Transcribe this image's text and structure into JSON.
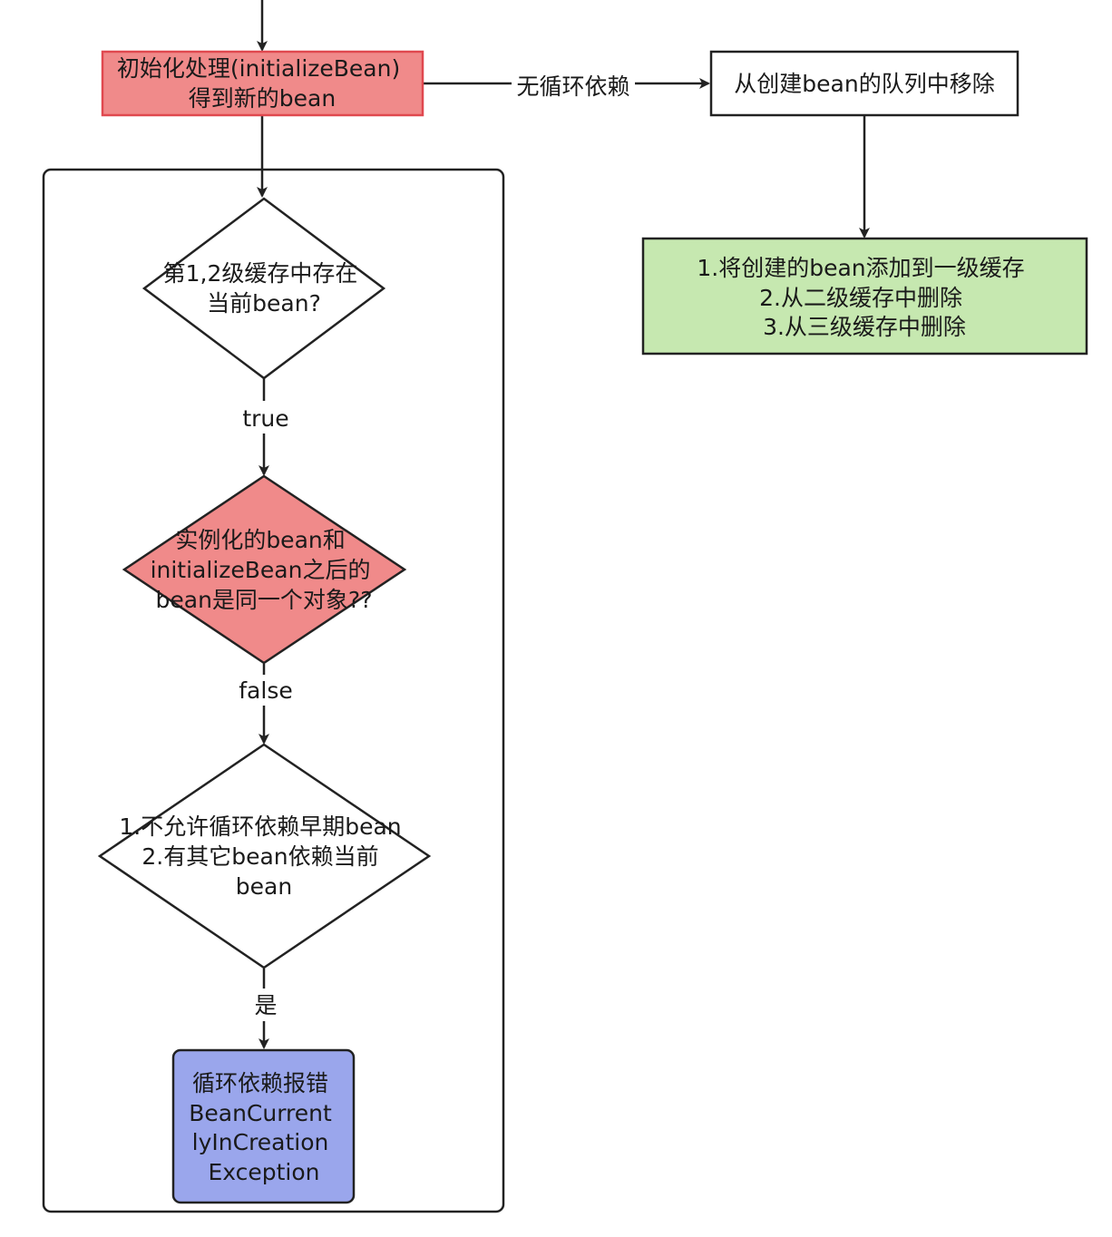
{
  "nodes": {
    "init": {
      "lines": [
        "初始化处理(initializeBean)",
        "得到新的bean"
      ],
      "fill": "#f08a8a",
      "stroke": "#e0484f"
    },
    "remove": {
      "lines": [
        "从创建bean的队列中移除"
      ],
      "fill": "#ffffff",
      "stroke": "#222222"
    },
    "cache": {
      "lines": [
        "1.将创建的bean添加到一级缓存",
        "2.从二级缓存中删除",
        "3.从三级缓存中删除"
      ],
      "fill": "#c6e8b0",
      "stroke": "#222222"
    },
    "check_cache": {
      "lines": [
        "第1,2级缓存中存在",
        "当前bean?"
      ],
      "fill": "#ffffff",
      "stroke": "#222222"
    },
    "same_object": {
      "lines": [
        "实例化的bean和",
        "initializeBean之后的",
        "bean是同一个对象??"
      ],
      "fill": "#f08a8a",
      "stroke": "#222222"
    },
    "conditions": {
      "lines": [
        "1.不允许循环依赖早期bean",
        "2.有其它bean依赖当前",
        "bean"
      ],
      "fill": "#ffffff",
      "stroke": "#222222"
    },
    "error": {
      "lines": [
        "循环依赖报错",
        "BeanCurrent",
        "lyInCreation",
        "Exception"
      ],
      "fill": "#9aa6ec",
      "stroke": "#222222"
    }
  },
  "edges": {
    "no_cycle": "无循环依赖",
    "true_label": "true",
    "false_label": "false",
    "yes_label": "是"
  }
}
